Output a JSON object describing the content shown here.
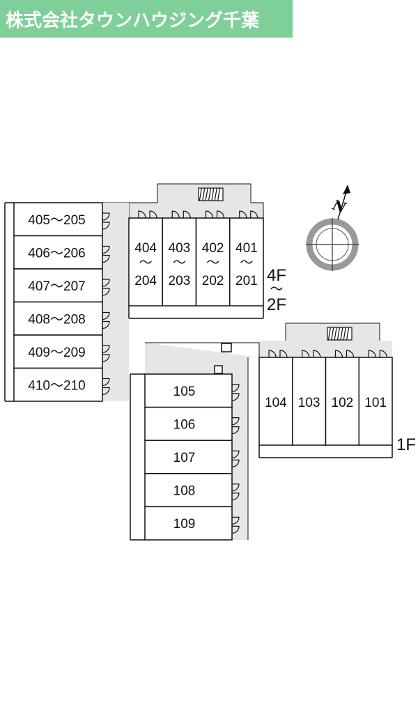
{
  "banner": {
    "text": "株式会社タウンハウジング千葉",
    "color": "#7fcf9a"
  },
  "compass": {
    "label": "N"
  },
  "upper_west_units": [
    "405～205",
    "406～206",
    "407～207",
    "408～208",
    "409～209",
    "410～210"
  ],
  "upper_north_units": [
    {
      "top": "404",
      "sep": "～",
      "bottom": "204"
    },
    {
      "top": "403",
      "sep": "～",
      "bottom": "203"
    },
    {
      "top": "402",
      "sep": "～",
      "bottom": "202"
    },
    {
      "top": "401",
      "sep": "～",
      "bottom": "201"
    }
  ],
  "upper_floor_label": {
    "top": "4F",
    "sep": "～",
    "bottom": "2F"
  },
  "ground_west_units": [
    "105",
    "106",
    "107",
    "108",
    "109"
  ],
  "ground_east_units": [
    "104",
    "103",
    "102",
    "101"
  ],
  "ground_floor_label": "1F"
}
